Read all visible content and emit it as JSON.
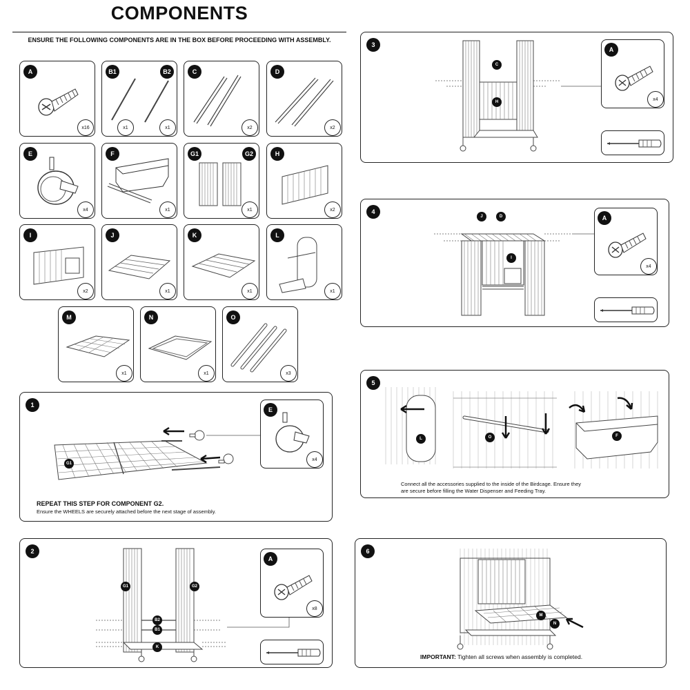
{
  "header": {
    "title": "COMPONENTS",
    "subtitle": "ENSURE THE FOLLOWING COMPONENTS ARE IN THE BOX BEFORE PROCEEDING WITH ASSEMBLY."
  },
  "components": [
    {
      "id": "A",
      "qty": "x16"
    },
    {
      "id": "B1",
      "id2": "B2",
      "qty": "x1",
      "qty2": "x1"
    },
    {
      "id": "C",
      "qty": "x2"
    },
    {
      "id": "D",
      "qty": "x2"
    },
    {
      "id": "E",
      "qty": "x4"
    },
    {
      "id": "F",
      "qty": "x1"
    },
    {
      "id": "G1",
      "id2": "G2",
      "qty": "x1"
    },
    {
      "id": "H",
      "qty": "x2"
    },
    {
      "id": "I",
      "qty": "x2"
    },
    {
      "id": "J",
      "qty": "x1"
    },
    {
      "id": "K",
      "qty": "x1"
    },
    {
      "id": "L",
      "qty": "x1"
    },
    {
      "id": "M",
      "qty": "x1"
    },
    {
      "id": "N",
      "qty": "x1"
    },
    {
      "id": "O",
      "qty": "x3"
    }
  ],
  "steps": {
    "s1": {
      "num": "1",
      "part": "E",
      "qty": "x4",
      "label": "G1",
      "bold": "REPEAT THIS STEP FOR COMPONENT G2.",
      "text": "Ensure the WHEELS are securely attached before the next stage of assembly."
    },
    "s2": {
      "num": "2",
      "part": "A",
      "qty": "x8",
      "labels": [
        "G1",
        "G2",
        "B2",
        "B1",
        "K"
      ]
    },
    "s3": {
      "num": "3",
      "part": "A",
      "qty": "x4",
      "labels": [
        "C",
        "H"
      ]
    },
    "s4": {
      "num": "4",
      "part": "A",
      "qty": "x4",
      "labels": [
        "J",
        "D",
        "I"
      ]
    },
    "s5": {
      "num": "5",
      "labels": [
        "L",
        "O",
        "F"
      ],
      "text_line1": "Connect all the accessories supplied to the inside of the Birdcage. Ensure they",
      "text_line2": "are secure before filling the Water Dispenser and Feeding Tray."
    },
    "s6": {
      "num": "6",
      "labels": [
        "M",
        "N"
      ],
      "bold": "IMPORTANT:",
      "text": "Tighten all screws when assembly is completed."
    }
  }
}
